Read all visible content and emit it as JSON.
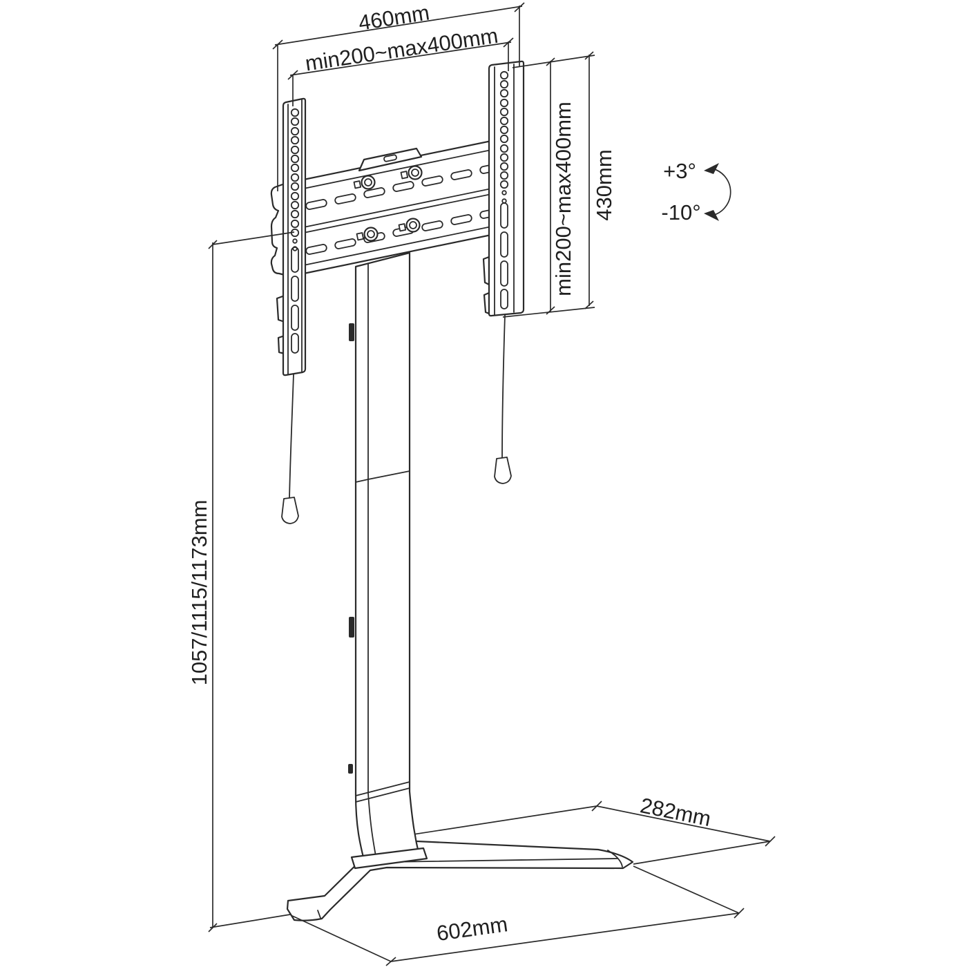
{
  "page": {
    "background": "#ffffff"
  },
  "drawing": {
    "type": "technical-dimension-diagram",
    "subject": "TV floor stand with VESA mount bracket",
    "line_color": "#2a2a2a",
    "text_color": "#1f1f1f",
    "dimensions": {
      "bracket_outer_width": "460mm",
      "vesa_width_range": "min200~max400mm",
      "vesa_height_range": "min200~max400mm",
      "bracket_height": "430mm",
      "tilt_up": "+3°",
      "tilt_down": "-10°",
      "stand_heights": "1057/1115/1173mm",
      "base_depth": "282mm",
      "base_width": "602mm"
    }
  }
}
